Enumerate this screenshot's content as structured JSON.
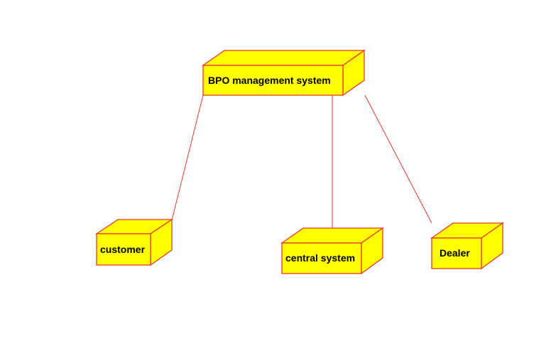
{
  "diagram": {
    "type": "UML deployment diagram",
    "colors": {
      "node_fill": "#ffff00",
      "node_stroke": "#e8372c",
      "connector": "#e8372c",
      "label": "#000000",
      "background": "#ffffff"
    },
    "nodes": [
      {
        "id": "bpo",
        "label": "BPO management system"
      },
      {
        "id": "customer",
        "label": "customer"
      },
      {
        "id": "central",
        "label": "central system"
      },
      {
        "id": "dealer",
        "label": "Dealer"
      }
    ],
    "connections": [
      {
        "from": "bpo",
        "to": "customer"
      },
      {
        "from": "bpo",
        "to": "central"
      },
      {
        "from": "bpo",
        "to": "dealer"
      }
    ]
  }
}
